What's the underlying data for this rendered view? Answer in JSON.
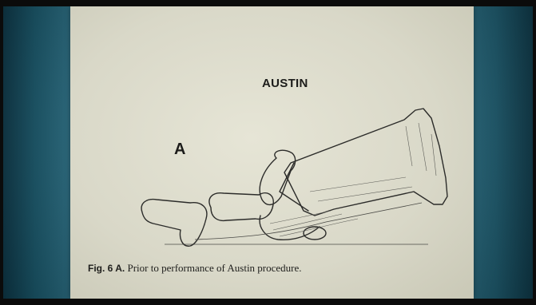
{
  "slide": {
    "title": "AUSTIN",
    "panel_letter": "A",
    "caption": {
      "figure_number": "Fig. 6 A.",
      "text": "Prior to performance of Austin procedure."
    }
  },
  "colors": {
    "screen_teal": "#2c7187",
    "paper": "#e2e1d2",
    "ink": "#1c1c1a"
  }
}
